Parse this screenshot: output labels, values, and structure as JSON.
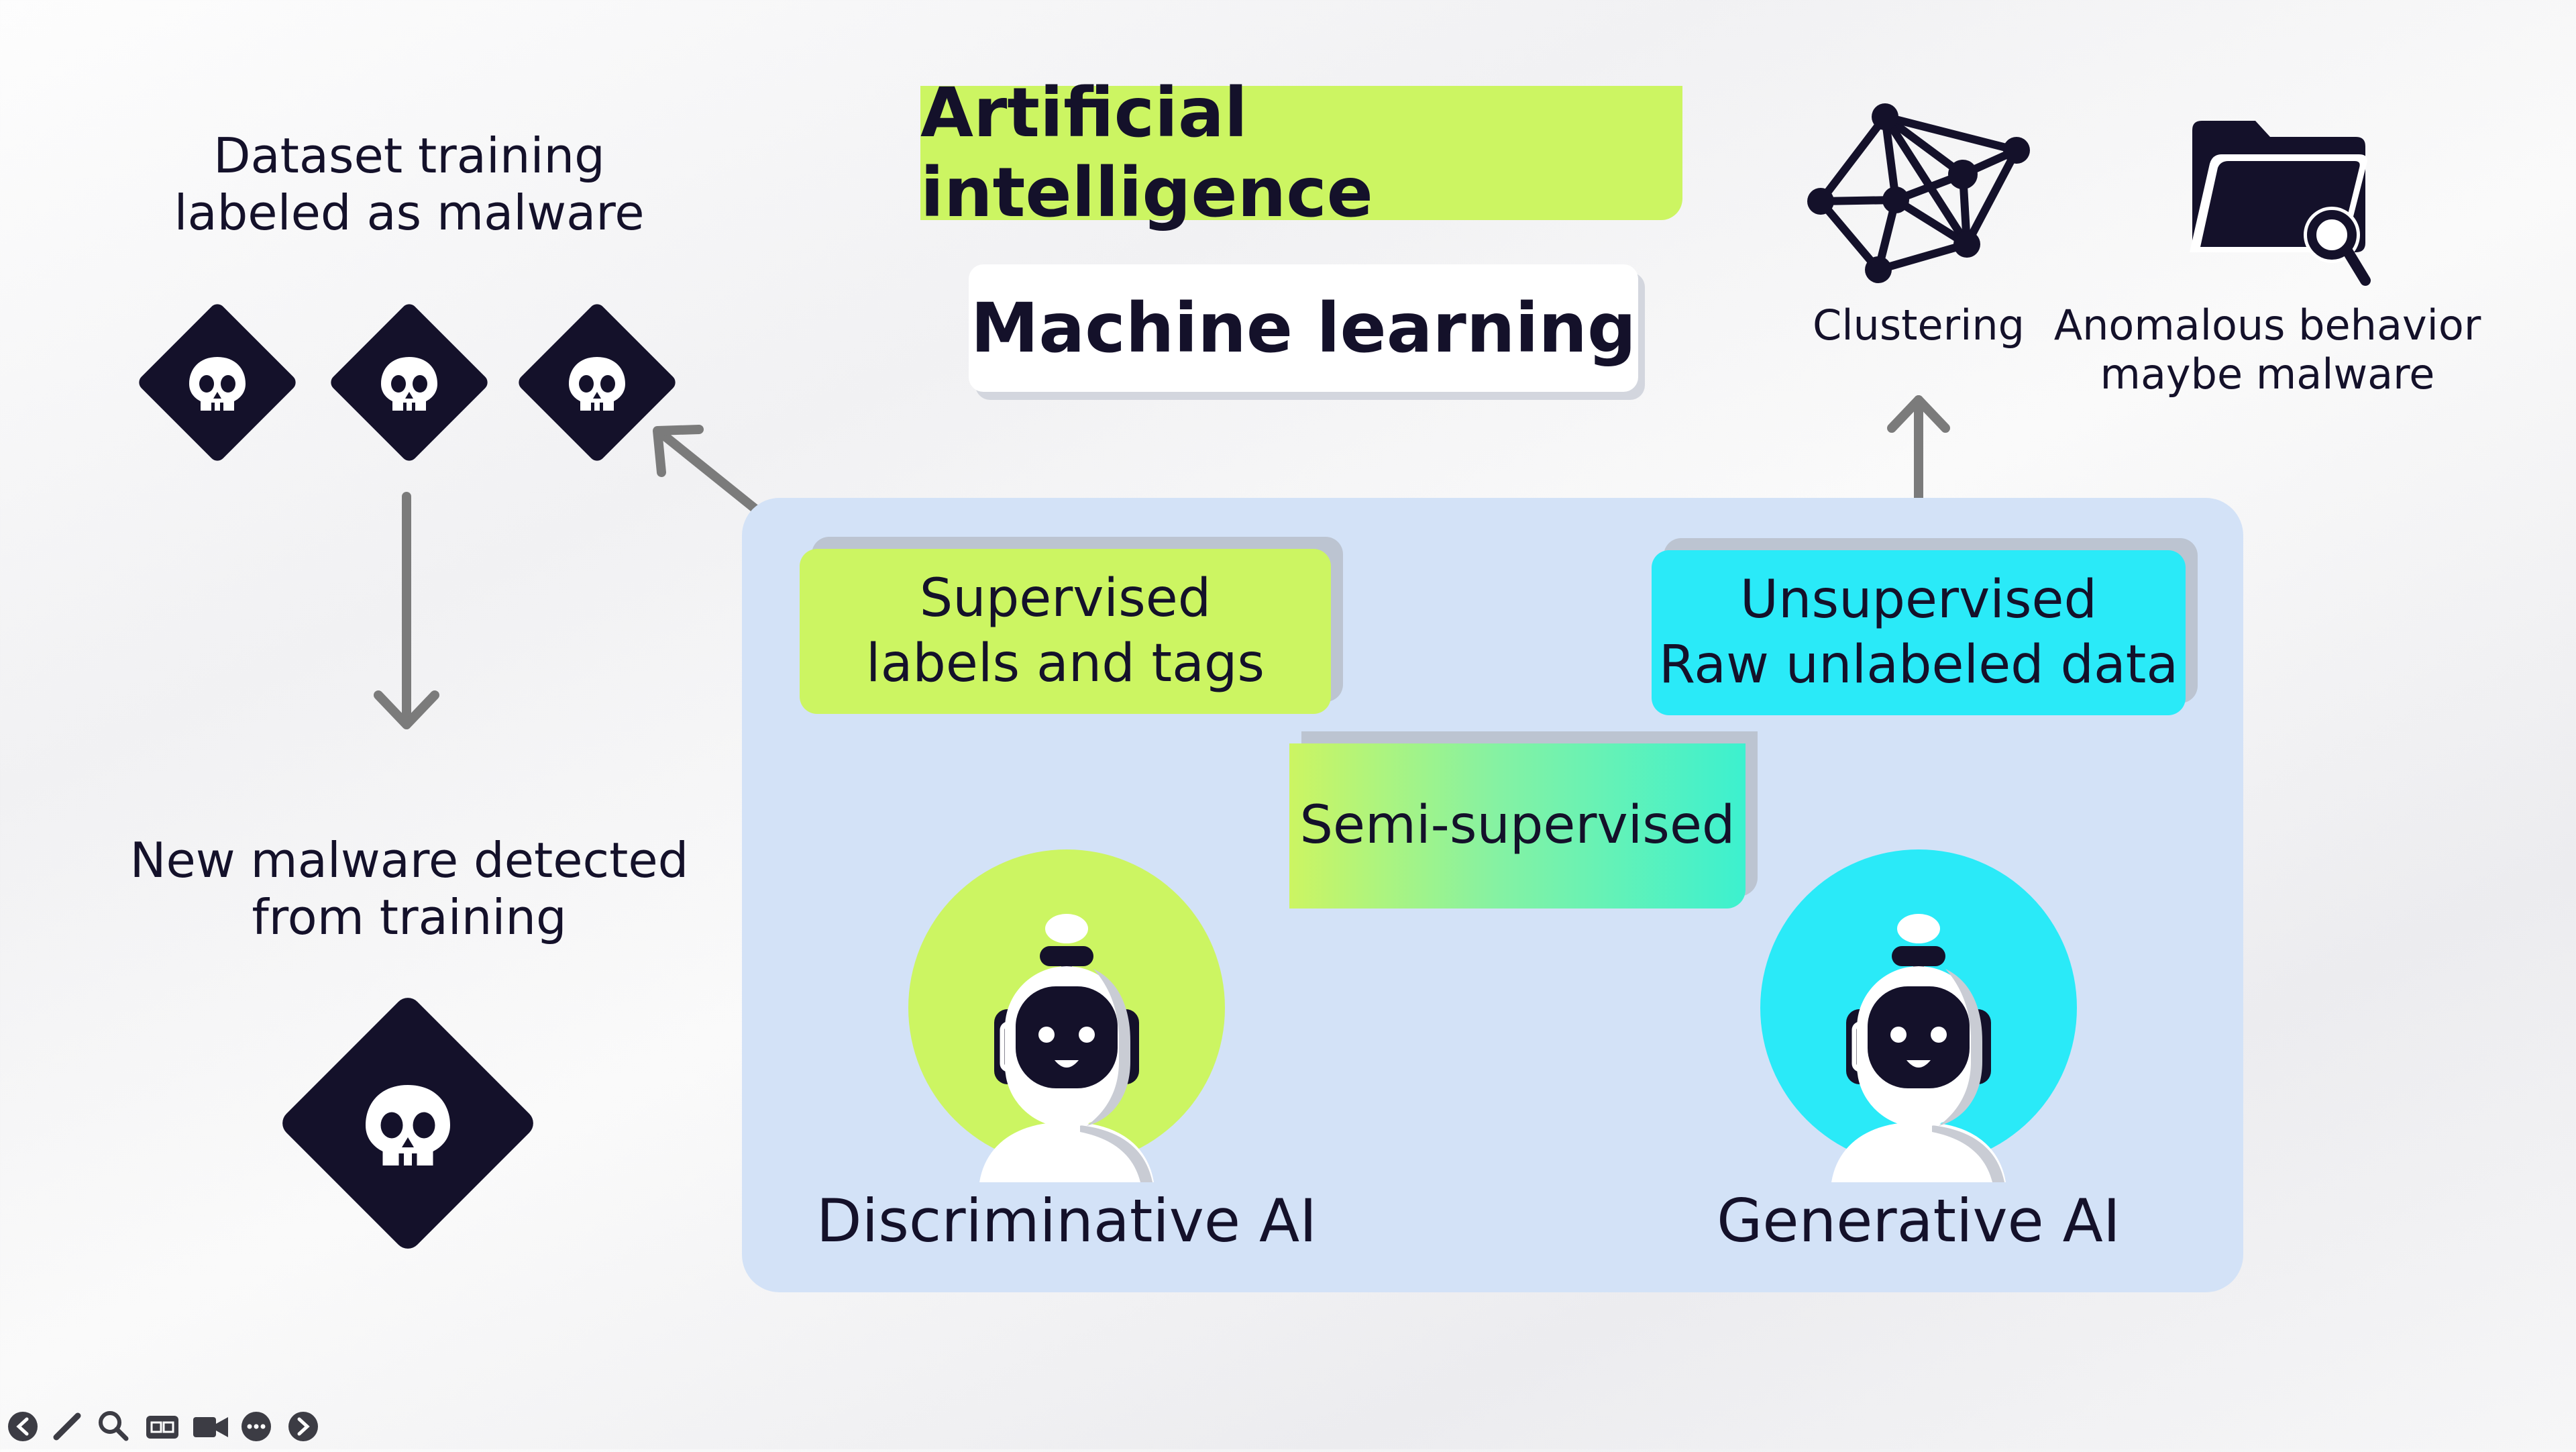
{
  "diagram": {
    "ai_title": "Artificial intelligence",
    "ml_title": "Machine learning",
    "dataset_label_line1": "Dataset training",
    "dataset_label_line2": "labeled as malware",
    "detected_label_line1": "New malware detected",
    "detected_label_line2": "from training",
    "supervised_line1": "Supervised",
    "supervised_line2": "labels and tags",
    "unsupervised_line1": "Unsupervised",
    "unsupervised_line2": "Raw unlabeled data",
    "semi_supervised": "Semi-supervised",
    "discriminative_label": "Discriminative AI",
    "generative_label": "Generative AI",
    "clustering_label": "Clustering",
    "anomalous_line1": "Anomalous behavior",
    "anomalous_line2": "maybe malware"
  },
  "colors": {
    "lime": "#ccf562",
    "cyan": "#2aeaf8",
    "panel": "#d3e2f7",
    "ink": "#14112a",
    "arrow": "#7b7b7b"
  },
  "icons": [
    "skull-icon",
    "network-graph-icon",
    "folder-search-icon",
    "robot-icon",
    "arrow-icon"
  ],
  "toolbar": {
    "items": [
      "back-icon",
      "pen-icon",
      "zoom-icon",
      "captions-icon",
      "camera-icon",
      "more-icon",
      "forward-icon"
    ]
  }
}
